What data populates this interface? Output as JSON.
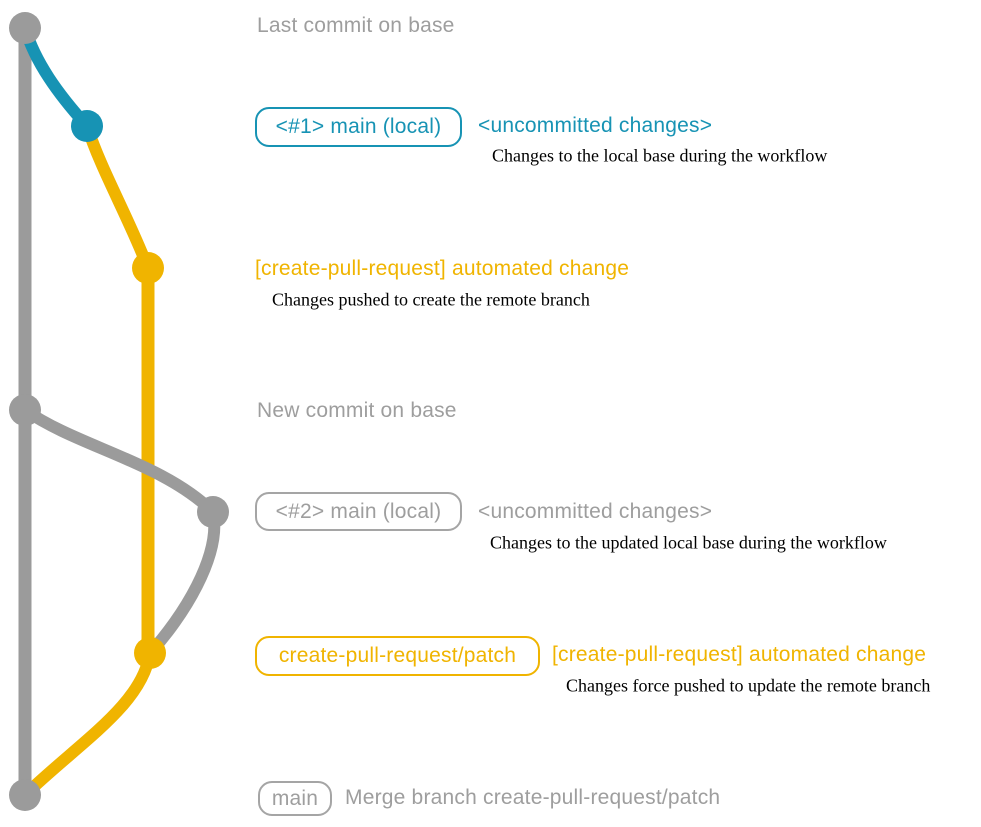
{
  "diagram_title": "create-pull-request action git workflow diagram",
  "colors": {
    "base_gray": "#9b9b9b",
    "branch_blue": "#1793b4",
    "branch_yellow": "#f0b400",
    "label_gray_text": "#9e9e9e",
    "description_black": "#000000",
    "background": "#ffffff"
  },
  "graph": {
    "branches": [
      {
        "name": "base-branch",
        "color": "#9b9b9b"
      },
      {
        "name": "local-uncommitted-branch",
        "color": "#1793b4"
      },
      {
        "name": "create-pull-request-patch-branch",
        "color": "#f0b400"
      }
    ],
    "commit_nodes": [
      {
        "name": "last-commit-on-base",
        "color": "#9b9b9b"
      },
      {
        "name": "uncommitted-changes-1",
        "color": "#1793b4"
      },
      {
        "name": "automated-change-1",
        "color": "#f0b400"
      },
      {
        "name": "new-commit-on-base",
        "color": "#9b9b9b"
      },
      {
        "name": "uncommitted-changes-2",
        "color": "#9b9b9b"
      },
      {
        "name": "automated-change-2",
        "color": "#f0b400"
      },
      {
        "name": "merge-commit",
        "color": "#9b9b9b"
      }
    ]
  },
  "rows": [
    {
      "kind": "title",
      "text": "Last commit on base"
    },
    {
      "kind": "badge-row",
      "badge": "<#1> main (local)",
      "message": "<uncommitted changes>",
      "description": "Changes to the local base during the workflow"
    },
    {
      "kind": "message-row",
      "message": "[create-pull-request] automated change",
      "description": "Changes pushed to create the remote branch"
    },
    {
      "kind": "title",
      "text": "New commit on base"
    },
    {
      "kind": "badge-row",
      "badge": "<#2> main (local)",
      "message": "<uncommitted changes>",
      "description": "Changes to the updated local base during the workflow"
    },
    {
      "kind": "badge-row",
      "badge": "create-pull-request/patch",
      "message": "[create-pull-request] automated change",
      "description": "Changes force pushed to update the remote branch"
    },
    {
      "kind": "badge-row",
      "badge": "main",
      "message": "Merge branch create-pull-request/patch"
    }
  ]
}
